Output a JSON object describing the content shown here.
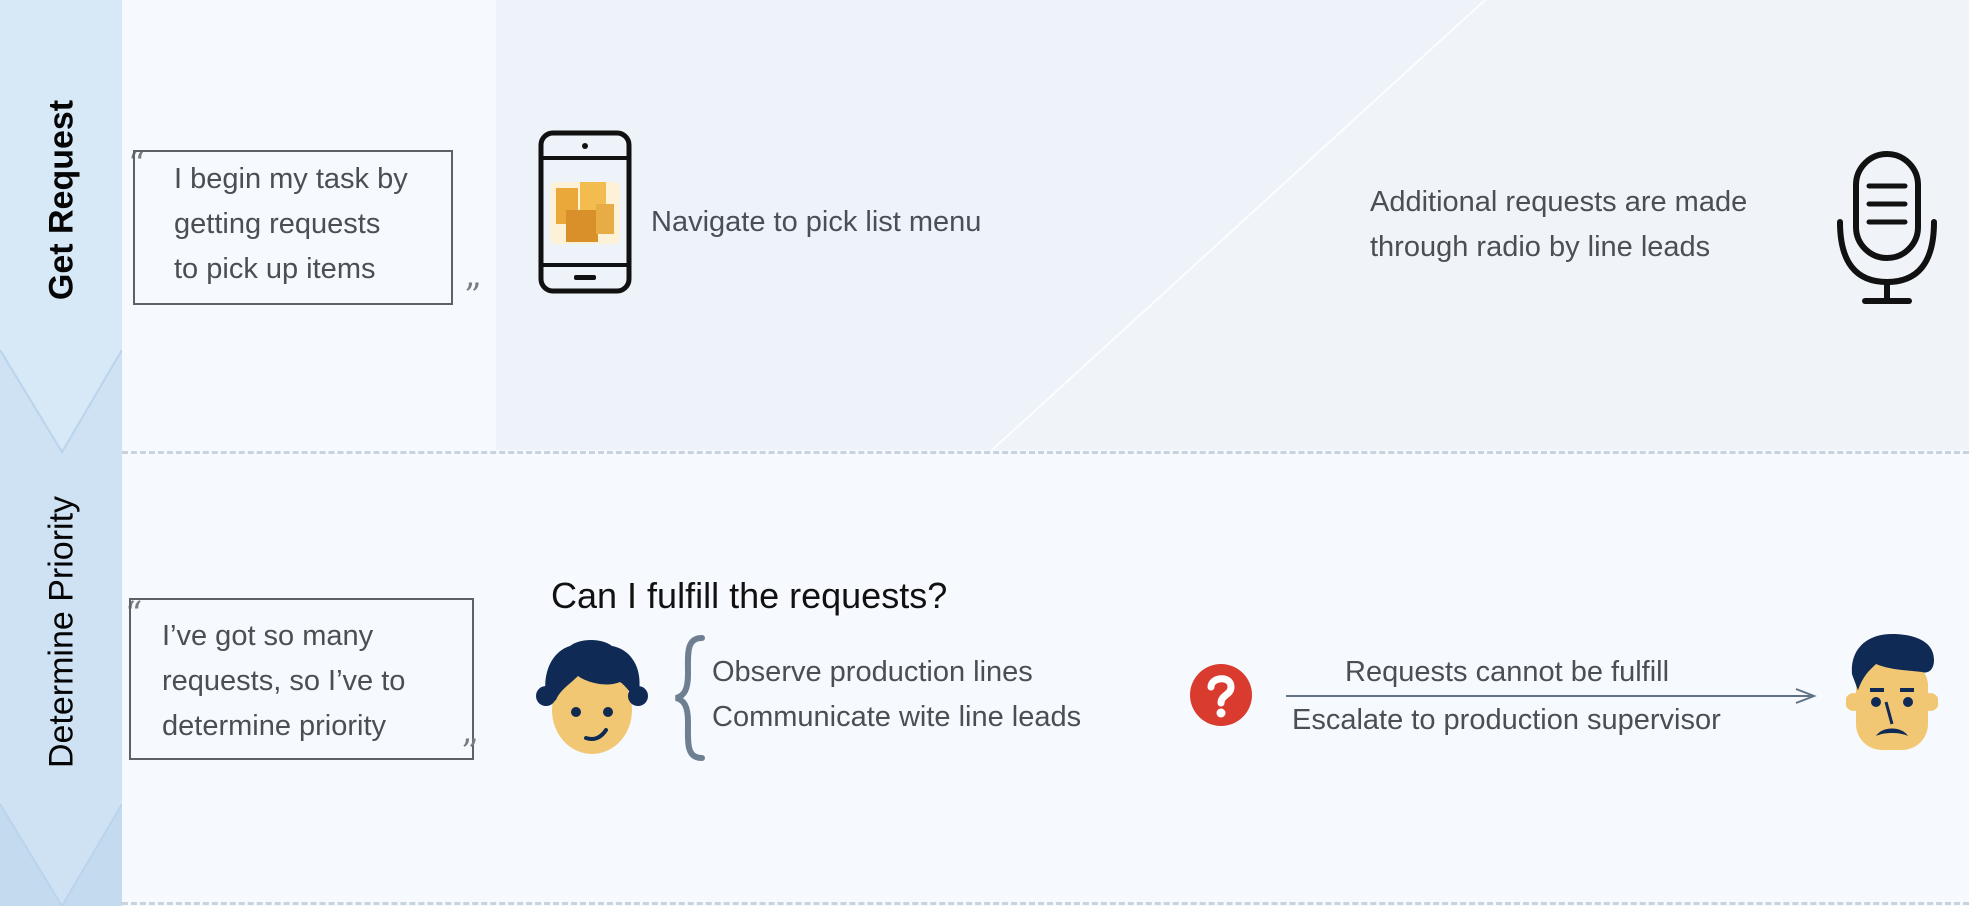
{
  "lanes": {
    "get_request": {
      "label": "Get Request",
      "quote": [
        "I begin my task by",
        "getting requests",
        "to pick up items"
      ],
      "step_nav": "Navigate to pick list menu",
      "step_radio": [
        "Additional requests are made",
        "through radio by line leads"
      ]
    },
    "determine_priority": {
      "label": "Determine Priority",
      "quote": [
        "I’ve got so many",
        "requests, so I’ve to",
        "determine priority"
      ],
      "question": "Can I fulfill the requests?",
      "actions": [
        "Observe production lines",
        "Communicate wite line leads"
      ],
      "arrow_top": "Requests cannot be fulfill",
      "arrow_bottom": "Escalate to production supervisor"
    }
  },
  "quote_marks": {
    "open": "“",
    "close": "”"
  },
  "colors": {
    "lane_strip": "#d7e8f6",
    "lane_strip_arrow": "#c9def0",
    "phone_icon": "#111111",
    "app_icon": "#e5a93e",
    "question_red": "#d93b2f",
    "face_skin": "#f2c774",
    "hair_navy": "#0f2a55",
    "brace_gray": "#6f7f92"
  },
  "icons": [
    "phone-app-icon",
    "microphone-icon",
    "worker-avatar-icon",
    "question-icon",
    "supervisor-avatar-icon"
  ]
}
